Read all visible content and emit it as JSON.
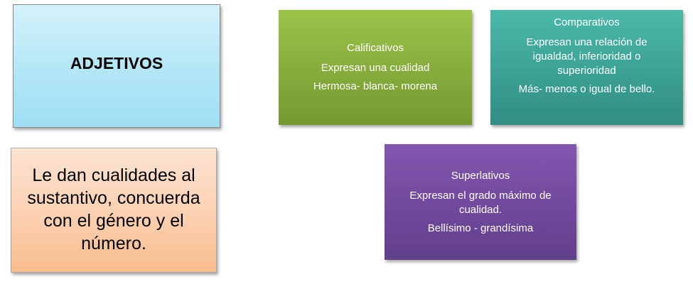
{
  "title": "ADJETIVOS",
  "description": "Le dan cualidades al sustantivo, concuerda con el género y el número.",
  "calificativos": {
    "title": "Calificativos",
    "definition": "Expresan una cualidad",
    "example": "Hermosa- blanca- morena"
  },
  "comparativos": {
    "title": "Comparativos",
    "definition": "Expresan una relación de igualdad, inferioridad o superioridad",
    "example": "Más- menos o igual de bello."
  },
  "superlativos": {
    "title": "Superlativos",
    "definition": "Expresan el grado máximo de cualidad.",
    "example": "Bellísimo - grandísima"
  },
  "colors": {
    "title_box": "#b2e6f6",
    "description_box": "#fbd0b0",
    "calificativos_box": "#8ab03f",
    "comparativos_box": "#3fa99b",
    "superlativos_box": "#7150a0"
  }
}
